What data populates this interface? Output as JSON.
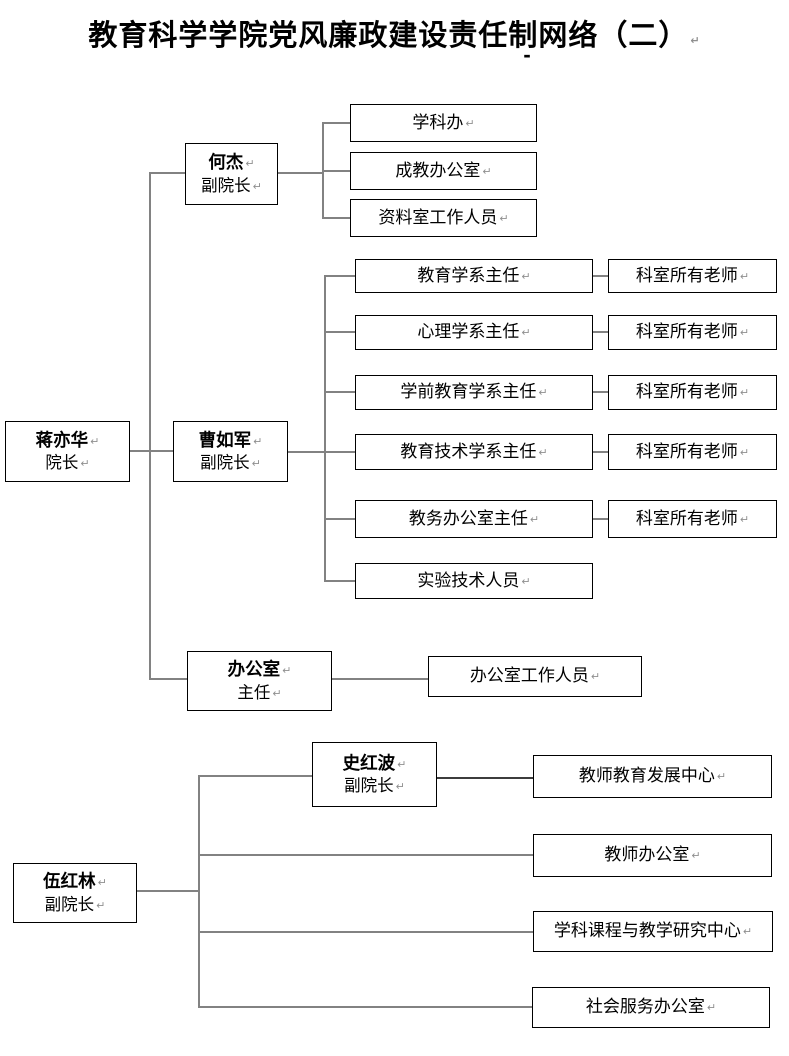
{
  "title": {
    "text": "教育科学学院党风廉政建设责任制网络（二）",
    "stray_dash": "-"
  },
  "marks": {
    "cr": "↵"
  },
  "colors": {
    "connector_gray": "#828282",
    "box_border": "#000000",
    "text": "#000000",
    "background": "#ffffff"
  },
  "org": {
    "jiang": {
      "name": "蒋亦华",
      "role": "院长"
    },
    "hejie": {
      "name": "何杰",
      "role": "副院长"
    },
    "hejie_children": [
      "学科办",
      "成教办公室",
      "资料室工作人员"
    ],
    "cao": {
      "name": "曹如军",
      "role": "副院长"
    },
    "cao_children": [
      "教育学系主任",
      "心理学系主任",
      "学前教育学系主任",
      "教育技术学系主任",
      "教务办公室主任",
      "实验技术人员"
    ],
    "teachers_label": "科室所有老师",
    "office": {
      "name": "办公室",
      "role": "主任"
    },
    "office_child": "办公室工作人员",
    "wu": {
      "name": "伍红林",
      "role": "副院长"
    },
    "shi": {
      "name": "史红波",
      "role": "副院长"
    },
    "shi_child": "教师教育发展中心",
    "wu_children": [
      "教师办公室",
      "学科课程与教学研究中心",
      "社会服务办公室"
    ]
  }
}
